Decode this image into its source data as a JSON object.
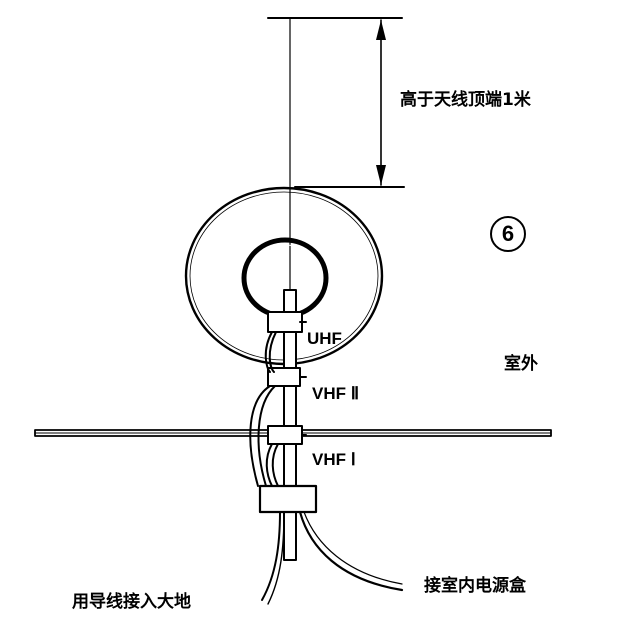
{
  "labels": {
    "height_note": "高于天线顶端1米",
    "figure_number": "6",
    "uhf": "UHF",
    "vhf_upper": "VHF Ⅱ",
    "vhf_lower": "VHF Ⅰ",
    "outdoor": "室外",
    "ground_wire": "用导线接入大地",
    "power_box": "接室内电源盒"
  }
}
